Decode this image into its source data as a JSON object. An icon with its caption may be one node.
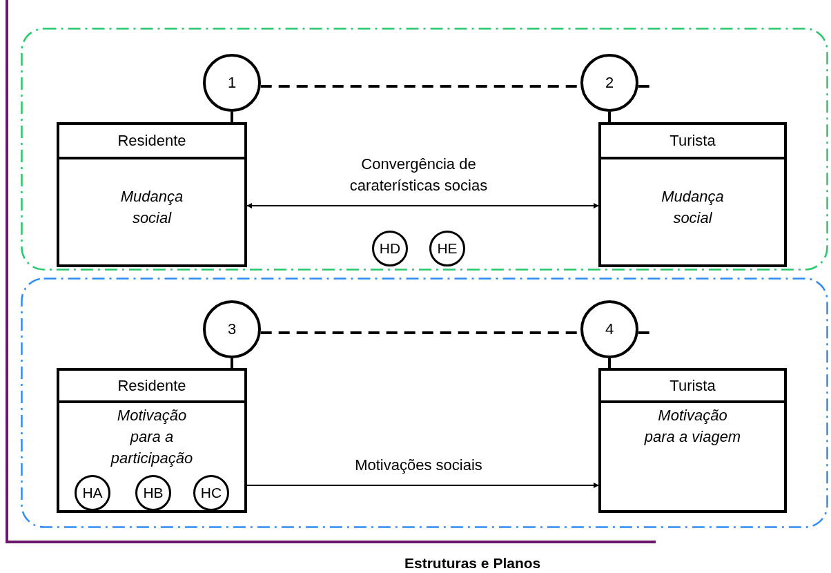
{
  "diagram": {
    "nodes": [
      {
        "text": [],
        "shape": "box"
      },
      {
        "text": [
          "1"
        ],
        "in": 0
      },
      {
        "text": [
          "Residente",
          "Mudança social"
        ],
        "in": 0
      },
      {
        "text": [
          "2"
        ],
        "in": 0
      },
      {
        "text": [
          "Turista",
          "Mudança social"
        ],
        "in": 0
      },
      {
        "text": [
          "HD"
        ],
        "in": 0
      },
      {
        "text": [
          "HE"
        ],
        "in": 0
      },
      {
        "text": [],
        "shape": "box"
      },
      {
        "text": [
          "3"
        ],
        "in": 7
      },
      {
        "text": [
          "Residente",
          "Motivação para a participação"
        ],
        "in": 7
      },
      {
        "text": [
          "HA"
        ],
        "in": 9
      },
      {
        "text": [
          "HB"
        ],
        "in": 9
      },
      {
        "text": [
          "HC"
        ],
        "in": 9
      },
      {
        "text": [
          "4"
        ],
        "in": 7
      },
      {
        "text": [
          "Turista",
          "Motivação para a viagem"
        ],
        "in": 7
      }
    ],
    "edges": [
      {
        "from": 1,
        "to": 3,
        "arrow": "none",
        "style": "dashed"
      },
      {
        "from": 3,
        "to": null,
        "arrow": "none",
        "style": "dashed"
      },
      {
        "from": 1,
        "to": 2,
        "arrow": "none"
      },
      {
        "from": 3,
        "to": 4,
        "arrow": "none"
      },
      {
        "from": 2,
        "to": 4,
        "arrow": "both",
        "label": "Convergência de caraterísticas socias"
      },
      {
        "from": 8,
        "to": 13,
        "arrow": "none",
        "style": "dashed"
      },
      {
        "from": 13,
        "to": null,
        "arrow": "none",
        "style": "dashed"
      },
      {
        "from": 8,
        "to": 9,
        "arrow": "none"
      },
      {
        "from": 13,
        "to": 14,
        "arrow": "none"
      },
      {
        "from": 9,
        "to": 14,
        "arrow": "to",
        "label": "Motivações sociais"
      }
    ],
    "labels": [
      "Estruturas e Planos"
    ]
  }
}
